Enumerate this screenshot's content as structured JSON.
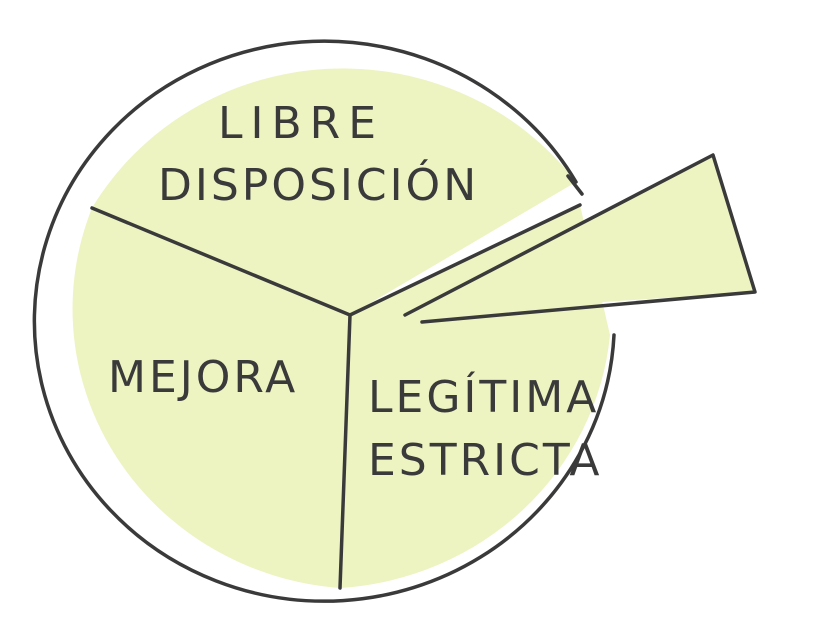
{
  "diagram": {
    "colors": {
      "fill": "#eef3c2",
      "stroke": "#3a3a3a",
      "background": "#ffffff"
    },
    "sections": [
      {
        "id": "libre",
        "lines": [
          "LIBRE",
          "DISPOSICIÓN"
        ]
      },
      {
        "id": "mejora",
        "lines": [
          "MEJORA"
        ]
      },
      {
        "id": "legitima",
        "lines": [
          "LEGÍTIMA",
          "ESTRICTA"
        ]
      }
    ]
  }
}
